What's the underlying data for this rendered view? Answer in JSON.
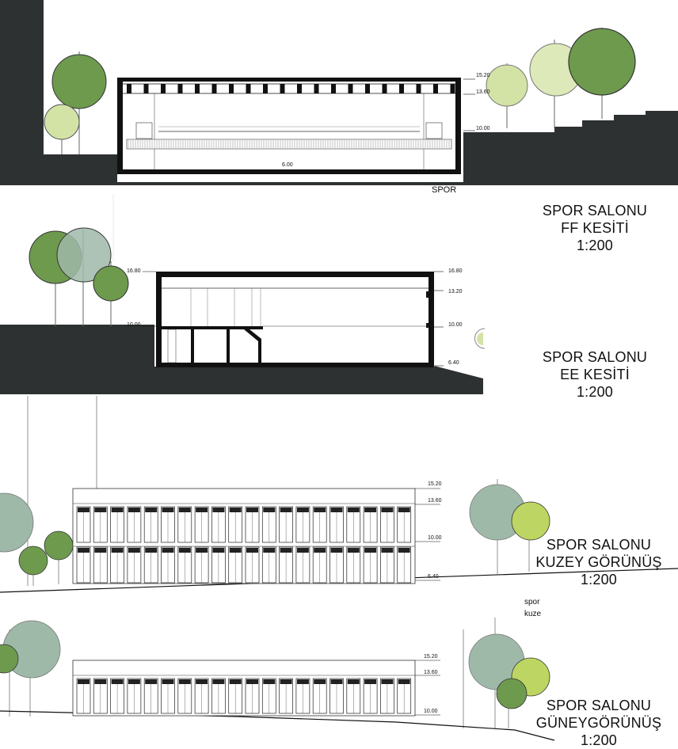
{
  "sections": {
    "ff": {
      "title": "SPOR SALONU",
      "subtitle": "FF KESİTİ",
      "scale": "1:200",
      "levels": [
        "15.20",
        "13.60",
        "10.00"
      ],
      "floor_dim": "6.00",
      "caption": "SPOR"
    },
    "ee": {
      "title": "SPOR SALONU",
      "subtitle": "EE KESİTİ",
      "scale": "1:200",
      "levels_left": [
        "16.80",
        "10.00"
      ],
      "levels_right": [
        "16.80",
        "13.20",
        "10.00",
        "6.40"
      ]
    },
    "north": {
      "title": "SPOR SALONU",
      "subtitle": "KUZEY GÖRÜNÜŞ",
      "scale": "1:200",
      "levels": [
        "15.20",
        "13.60",
        "10.00",
        "6.40"
      ],
      "caption_lines": [
        "spor",
        "kuze"
      ]
    },
    "south": {
      "title": "SPOR SALONU",
      "subtitle": "GÜNEYGÖRÜNÜŞ",
      "scale": "1:200",
      "levels": [
        "15.20",
        "13.60",
        "10.00"
      ]
    }
  },
  "colors": {
    "ground": "#2e3132",
    "tree_dark_green": "#6e9a4e",
    "tree_light_green": "#d3e3a6",
    "tree_grey_green": "#9fb9a9",
    "tree_lime": "#bdd562",
    "line": "#111111"
  }
}
